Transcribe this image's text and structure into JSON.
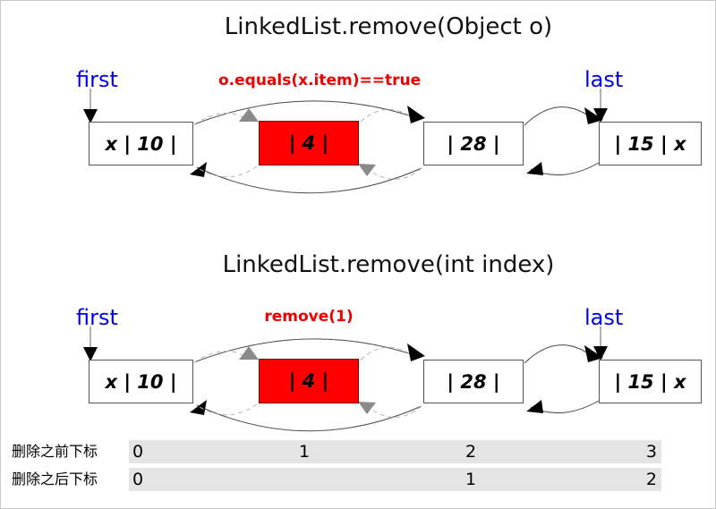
{
  "colors": {
    "pointer_label_blue": "#0000ee",
    "annotation_red": "#ee0000",
    "removed_node_fill": "#ff0000",
    "index_bar_gray": "#e4e4e4",
    "page_border_gray": "#c8c8c8"
  },
  "diagrams": [
    {
      "title": "LinkedList.remove(Object o)",
      "annotation": "o.equals(x.item)==true",
      "first_label": "first",
      "last_label": "last",
      "nodes": [
        {
          "text": "x | 10 |",
          "highlighted": false
        },
        {
          "text": "| 4 |",
          "highlighted": true
        },
        {
          "text": "| 28 |",
          "highlighted": false
        },
        {
          "text": "| 15 | x",
          "highlighted": false
        }
      ]
    },
    {
      "title": "LinkedList.remove(int index)",
      "annotation": "remove(1)",
      "first_label": "first",
      "last_label": "last",
      "nodes": [
        {
          "text": "x | 10 |",
          "highlighted": false
        },
        {
          "text": "| 4 |",
          "highlighted": true
        },
        {
          "text": "| 28 |",
          "highlighted": false
        },
        {
          "text": "| 15 | x",
          "highlighted": false
        }
      ]
    }
  ],
  "index_table": {
    "rows": [
      {
        "label": "删除之前下标",
        "values": [
          "0",
          "1",
          "2",
          "3"
        ]
      },
      {
        "label": "删除之后下标",
        "values": [
          "0",
          "1",
          "2"
        ]
      }
    ]
  }
}
